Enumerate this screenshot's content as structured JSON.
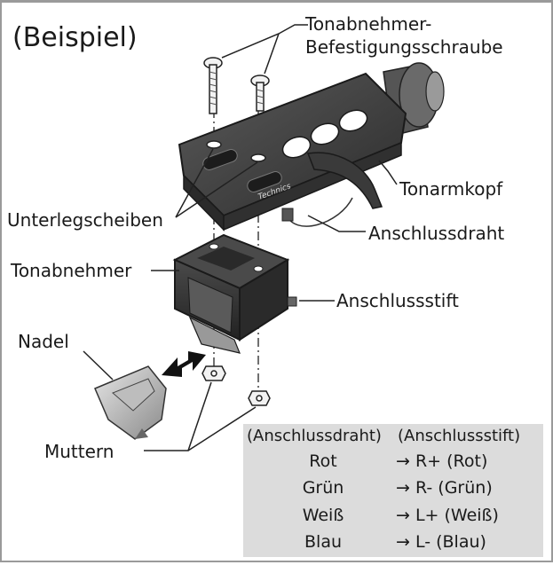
{
  "title": "(Beispiel)",
  "labels": {
    "screw": [
      "Tonabnehmer-",
      "Befestigungsschraube"
    ],
    "headshell": "Tonarmkopf",
    "washers": "Unterlegscheiben",
    "lead_wire": "Anschlussdraht",
    "cartridge": "Tonabnehmer",
    "pin": "Anschlussstift",
    "stylus": "Nadel",
    "nuts": "Muttern"
  },
  "brand_mark": "Technics",
  "wiring_table": {
    "headers": [
      "(Anschlussdraht)",
      "(Anschlussstift)"
    ],
    "rows": [
      {
        "wire": "Rot",
        "pin": "→ R+ (Rot)"
      },
      {
        "wire": "Grün",
        "pin": "→ R- (Grün)"
      },
      {
        "wire": "Weiß",
        "pin": "→ L+ (Weiß)"
      },
      {
        "wire": "Blau",
        "pin": "→ L- (Blau)"
      }
    ]
  },
  "colors": {
    "headshell": "#3d3d3d",
    "cartridge_body": "#333333",
    "table_bg": "#dcdcdc",
    "frame": "#9a9a9a"
  }
}
